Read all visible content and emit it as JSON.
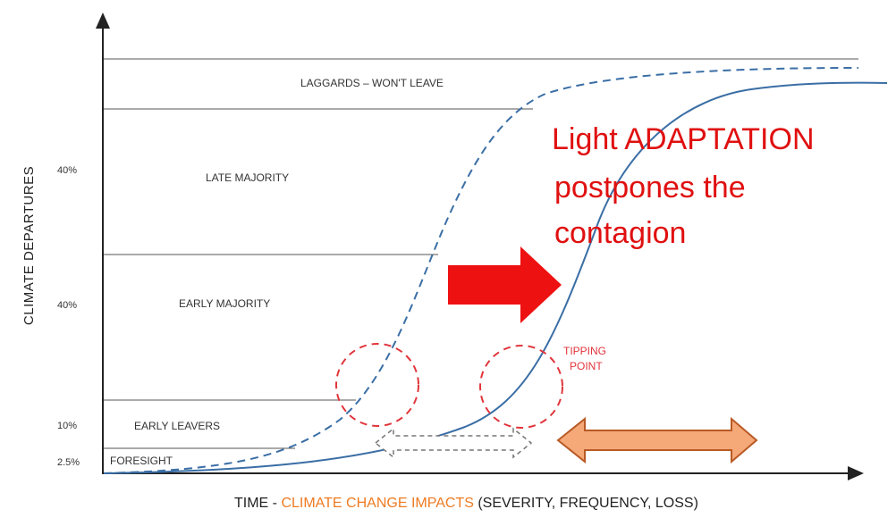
{
  "y_axis_label": "CLIMATE DEPARTURES",
  "x_axis_label": {
    "prefix": "TIME - ",
    "highlight": "CLIMATE CHANGE IMPACTS",
    "suffix": " (SEVERITY, FREQUENCY, LOSS)"
  },
  "segments": [
    {
      "label": "FORESIGHT",
      "percent": "2.5%"
    },
    {
      "label": "EARLY LEAVERS",
      "percent": "10%"
    },
    {
      "label": "EARLY MAJORITY",
      "percent": "40%"
    },
    {
      "label": "LATE MAJORITY",
      "percent": "40%"
    },
    {
      "label": "LAGGARDS – WON'T LEAVE",
      "percent": ""
    }
  ],
  "tipping_point_label": [
    "TIPPING",
    "POINT"
  ],
  "callout": [
    "Light ADAPTATION",
    "postpones the",
    "contagion"
  ],
  "colors": {
    "curve": "#3a6ea5",
    "tipping_circle": "#e0353b",
    "shift_arrow": "#ee1111",
    "double_arrow_fill": "#f5a878",
    "double_arrow_stroke": "#b85a25",
    "gray_arrow": "#777777",
    "x_highlight": "#ee7b22"
  },
  "icons": {
    "shift_arrow": "right-arrow-icon",
    "gray_double_arrow": "double-arrow-icon",
    "orange_double_arrow": "double-arrow-icon"
  }
}
